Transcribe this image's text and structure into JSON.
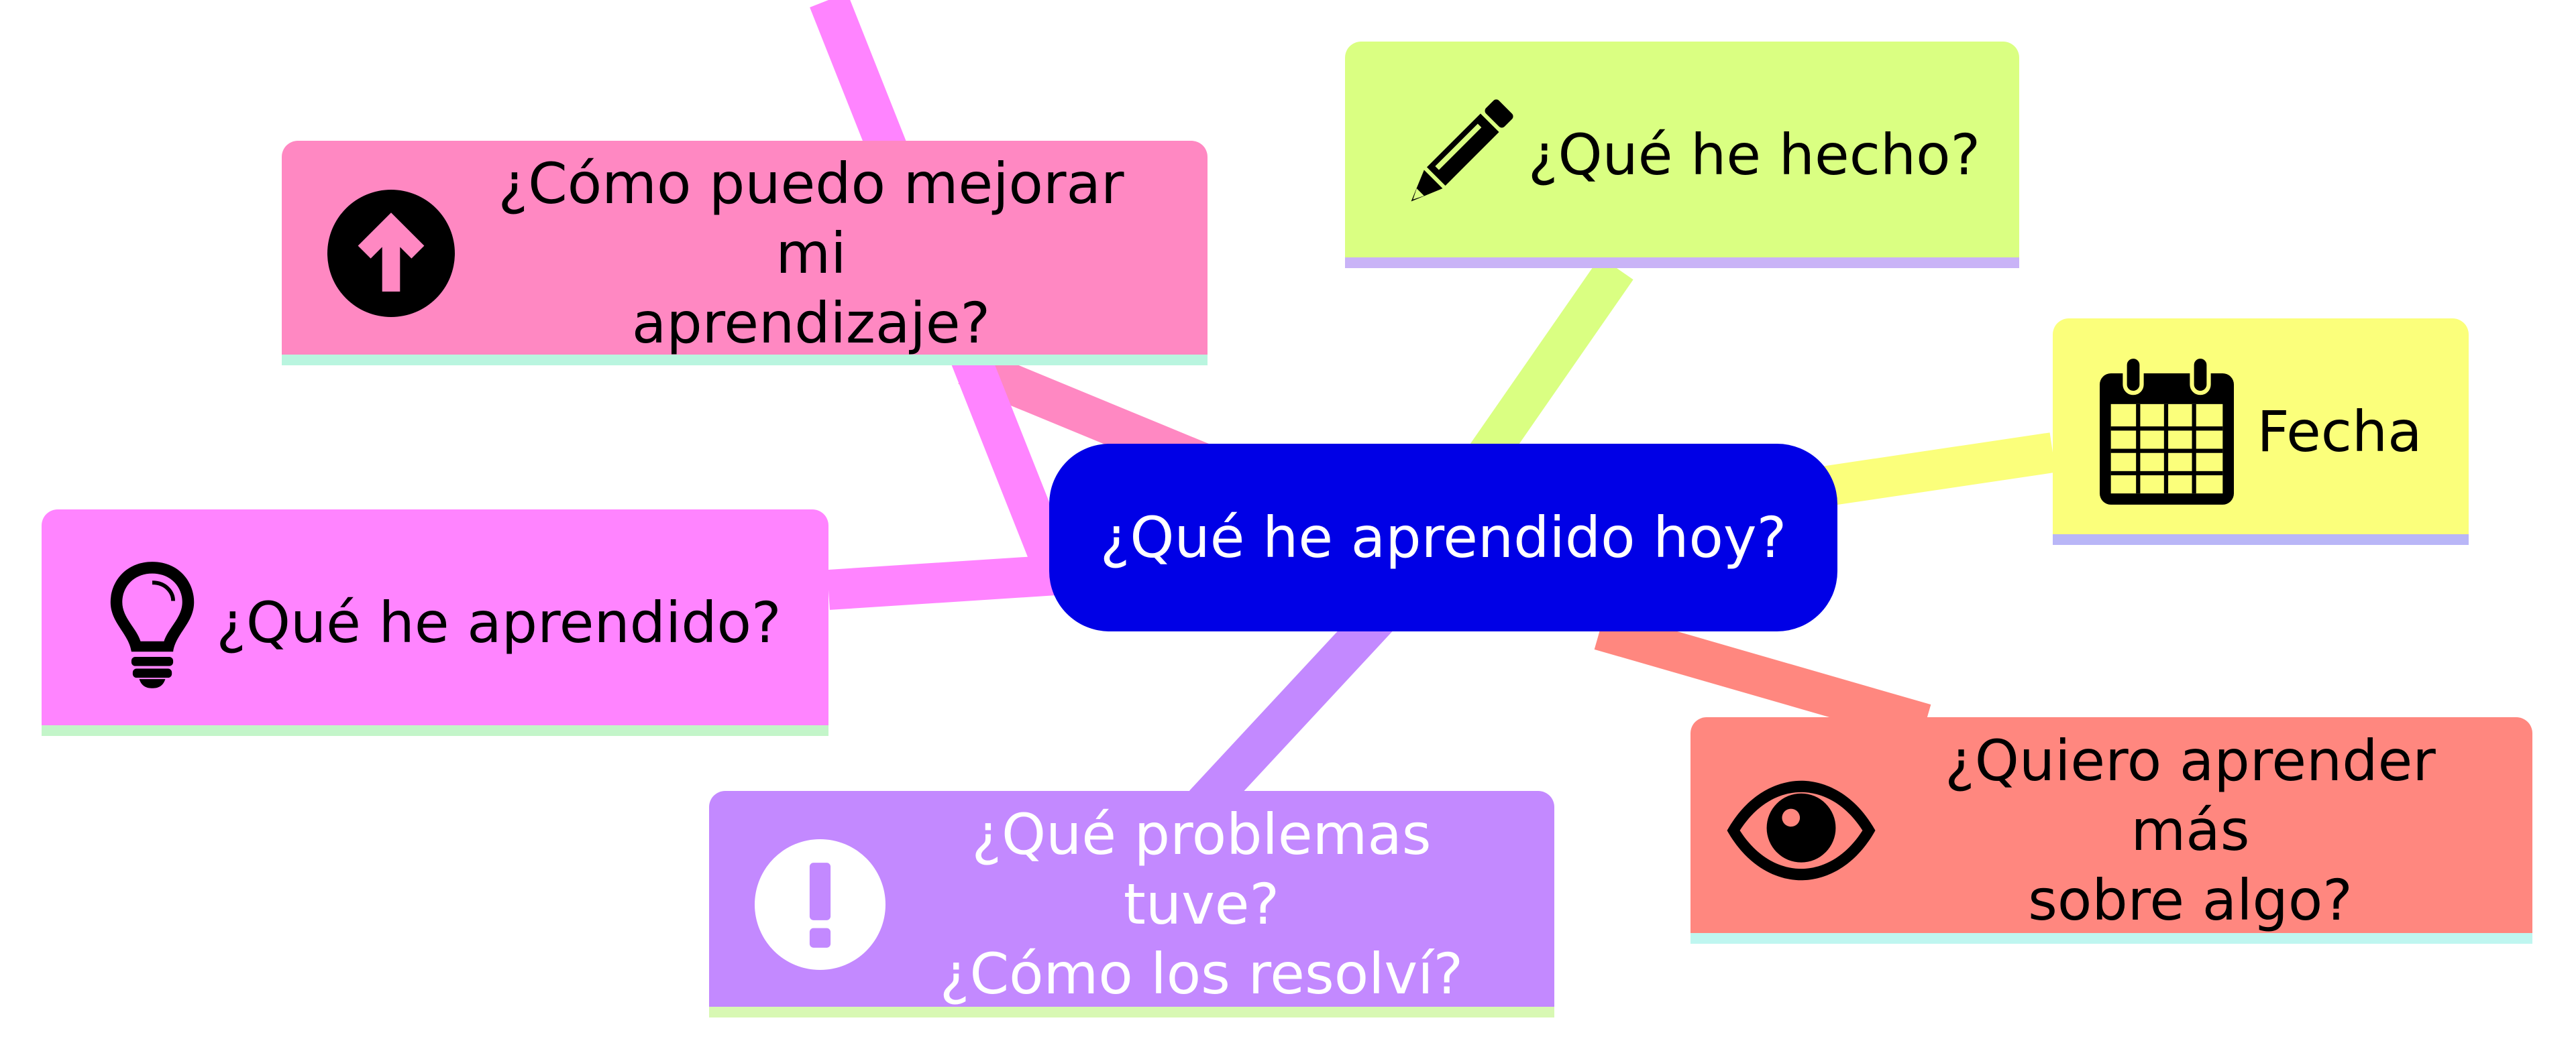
{
  "central": {
    "label": "¿Qué he aprendido hoy?",
    "color": "#0000e6"
  },
  "nodes": {
    "mejorar": {
      "label": "¿Cómo puedo mejorar mi\naprendizaje?",
      "icon": "arrow-up-circle-icon",
      "color": "#ff88c2",
      "accent": "#b9f5df"
    },
    "hecho": {
      "label": "¿Qué he hecho?",
      "icon": "pencil-icon",
      "color": "#daff82",
      "accent": "#c9b3f7"
    },
    "fecha": {
      "label": "Fecha",
      "icon": "calendar-icon",
      "color": "#fbff7b",
      "accent": "#b9b6f7"
    },
    "aprendido": {
      "label": "¿Qué he aprendido?",
      "icon": "lightbulb-icon",
      "color": "#ff84ff",
      "accent": "#c3f5c9"
    },
    "problemas": {
      "label": "¿Qué problemas tuve?\n¿Cómo los resolví?",
      "icon": "exclamation-circle-icon",
      "color": "#c389ff",
      "accent": "#d8f8b3"
    },
    "quiero": {
      "label": "¿Quiero aprender más\nsobre algo?",
      "icon": "eye-icon",
      "color": "#ff877f",
      "accent": "#bff6f0"
    }
  }
}
